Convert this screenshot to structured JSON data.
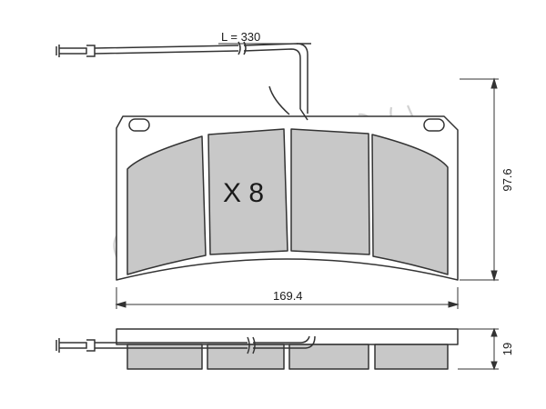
{
  "drawing": {
    "sensor_length_label": "L = 330",
    "width_label": "169.4",
    "height_label": "97.6",
    "thickness_label": "19",
    "quantity_label": "X 8"
  },
  "watermark": {
    "brand_text": "cifam"
  },
  "colors": {
    "pad_fill": "#c8c8c8",
    "line": "#333333",
    "watermark": "#d2d2d2"
  }
}
